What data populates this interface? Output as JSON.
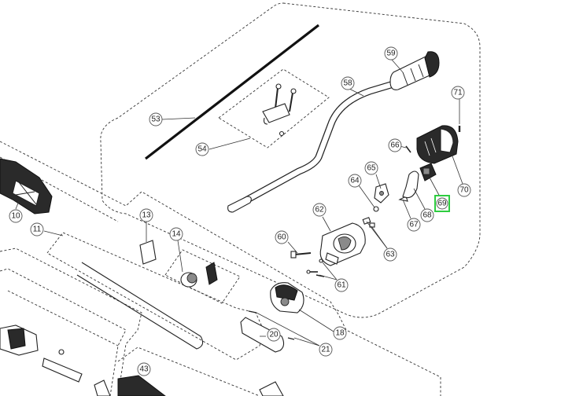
{
  "diagram": {
    "callouts": [
      {
        "id": "53",
        "label": "53"
      },
      {
        "id": "54",
        "label": "54"
      },
      {
        "id": "58",
        "label": "58"
      },
      {
        "id": "59",
        "label": "59"
      },
      {
        "id": "60",
        "label": "60"
      },
      {
        "id": "61",
        "label": "61"
      },
      {
        "id": "62",
        "label": "62"
      },
      {
        "id": "63",
        "label": "63"
      },
      {
        "id": "64",
        "label": "64"
      },
      {
        "id": "65",
        "label": "65"
      },
      {
        "id": "66",
        "label": "66"
      },
      {
        "id": "67",
        "label": "67"
      },
      {
        "id": "68",
        "label": "68"
      },
      {
        "id": "70",
        "label": "70"
      },
      {
        "id": "71",
        "label": "71"
      },
      {
        "id": "10",
        "label": "10"
      },
      {
        "id": "11",
        "label": "11"
      },
      {
        "id": "13",
        "label": "13"
      },
      {
        "id": "14",
        "label": "14"
      },
      {
        "id": "18",
        "label": "18"
      },
      {
        "id": "20",
        "label": "20"
      },
      {
        "id": "21",
        "label": "21"
      },
      {
        "id": "43",
        "label": "43"
      }
    ],
    "highlighted": {
      "id": "69",
      "label": "69",
      "color": "#2ecc40"
    }
  }
}
